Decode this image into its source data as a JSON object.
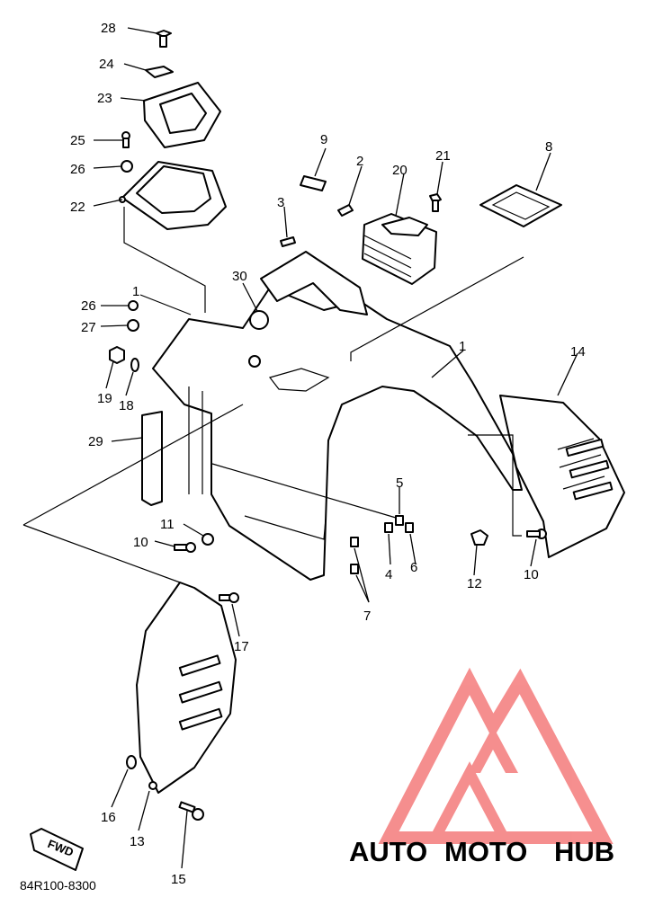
{
  "diagram": {
    "labels": [
      "28",
      "24",
      "23",
      "25",
      "26",
      "22",
      "9",
      "2",
      "3",
      "20",
      "21",
      "8",
      "30",
      "26",
      "27",
      "1",
      "19",
      "18",
      "1",
      "14",
      "29",
      "5",
      "11",
      "10",
      "4",
      "6",
      "12",
      "10",
      "7",
      "17",
      "16",
      "13",
      "15"
    ],
    "part_code": "84R100-8300",
    "fwd_label": "FWD"
  },
  "watermark": {
    "text_auto": "AUTO",
    "text_moto": "MOTO",
    "text_hub": "HUB",
    "color_primary": "#f47b7b",
    "color_auto": "#f7b48a",
    "color_moto": "#f3a0a0",
    "color_hub": "#9a9a9a"
  }
}
